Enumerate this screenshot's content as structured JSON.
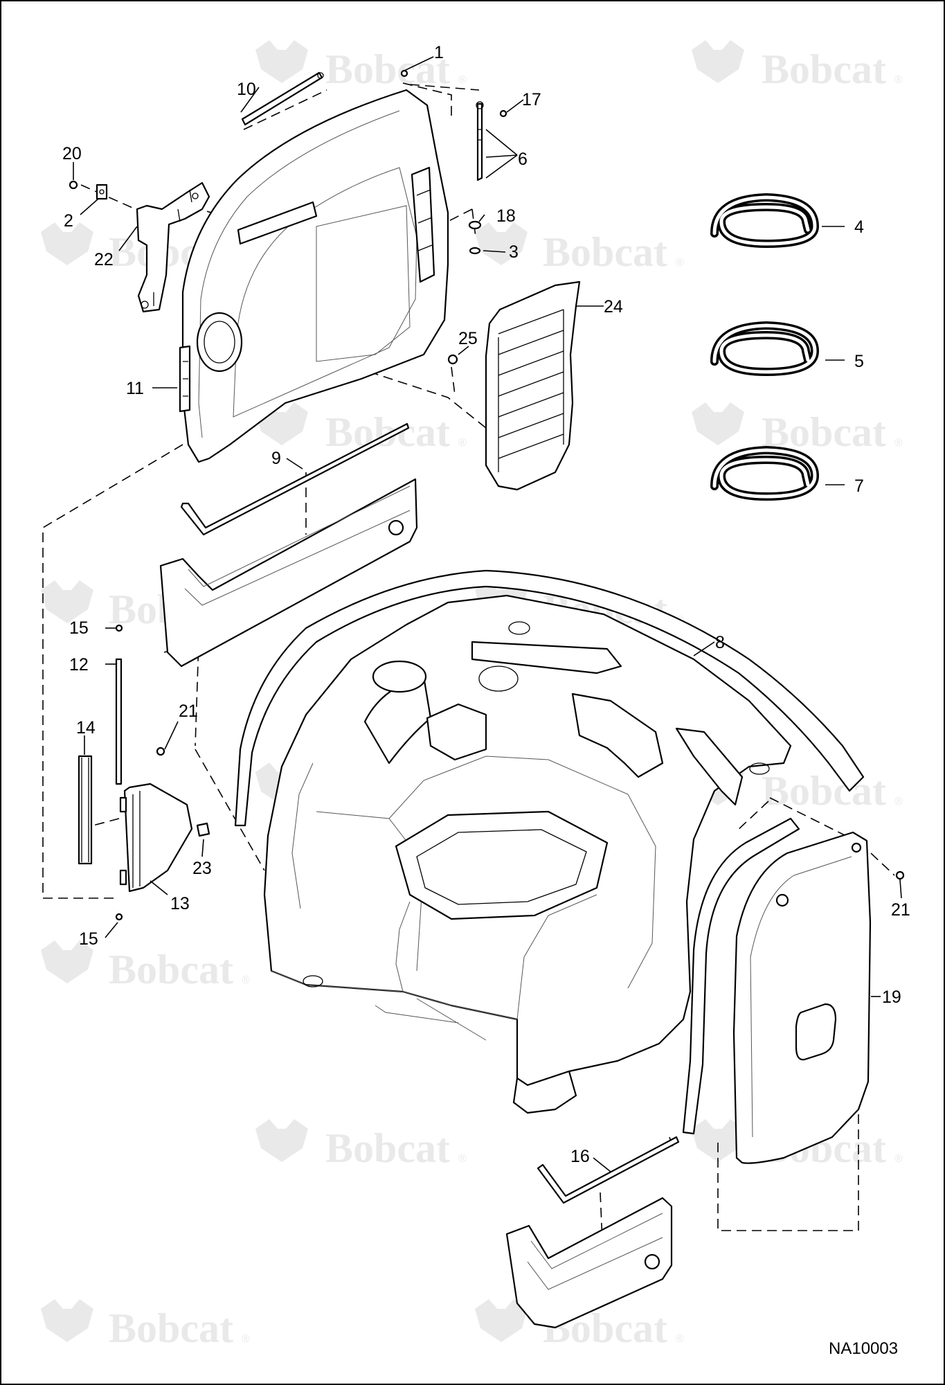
{
  "watermark": {
    "brand": "Bobcat",
    "reg_mark": "®",
    "color": "#e9e9e9"
  },
  "drawing_id": "NA10003",
  "callouts": {
    "c1": "1",
    "c2": "2",
    "c3": "3",
    "c4": "4",
    "c5": "5",
    "c6": "6",
    "c7": "7",
    "c8": "8",
    "c9": "9",
    "c10": "10",
    "c11": "11",
    "c12": "12",
    "c13": "13",
    "c14": "14",
    "c15a": "15",
    "c15b": "15",
    "c16": "16",
    "c17": "17",
    "c18": "18",
    "c19": "19",
    "c20": "20",
    "c21a": "21",
    "c21b": "21",
    "c22": "22",
    "c23": "23",
    "c24": "24",
    "c25": "25"
  },
  "colors": {
    "line": "#000000",
    "background": "#ffffff",
    "detail": "#555555"
  }
}
